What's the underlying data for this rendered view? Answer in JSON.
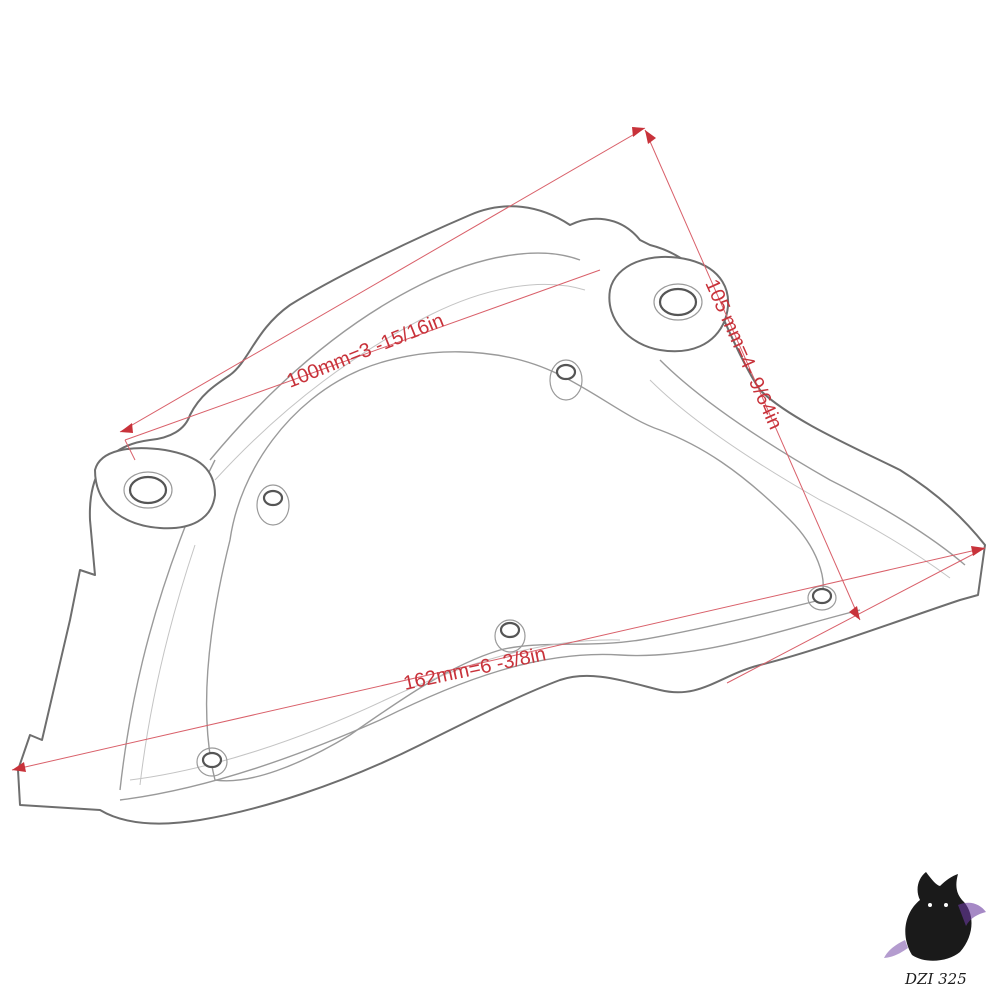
{
  "annotations": {
    "width_label": "100mm=3 -15/16in",
    "height_label": "105 mm=4- 9/64in",
    "length_label": "162mm=6 -3/8in"
  },
  "logo": {
    "text": "DZI 325",
    "icon": "dragon-icon"
  },
  "colors": {
    "dimension": "#c8323a",
    "outline": "#6e6e6e",
    "background": "#ffffff"
  }
}
